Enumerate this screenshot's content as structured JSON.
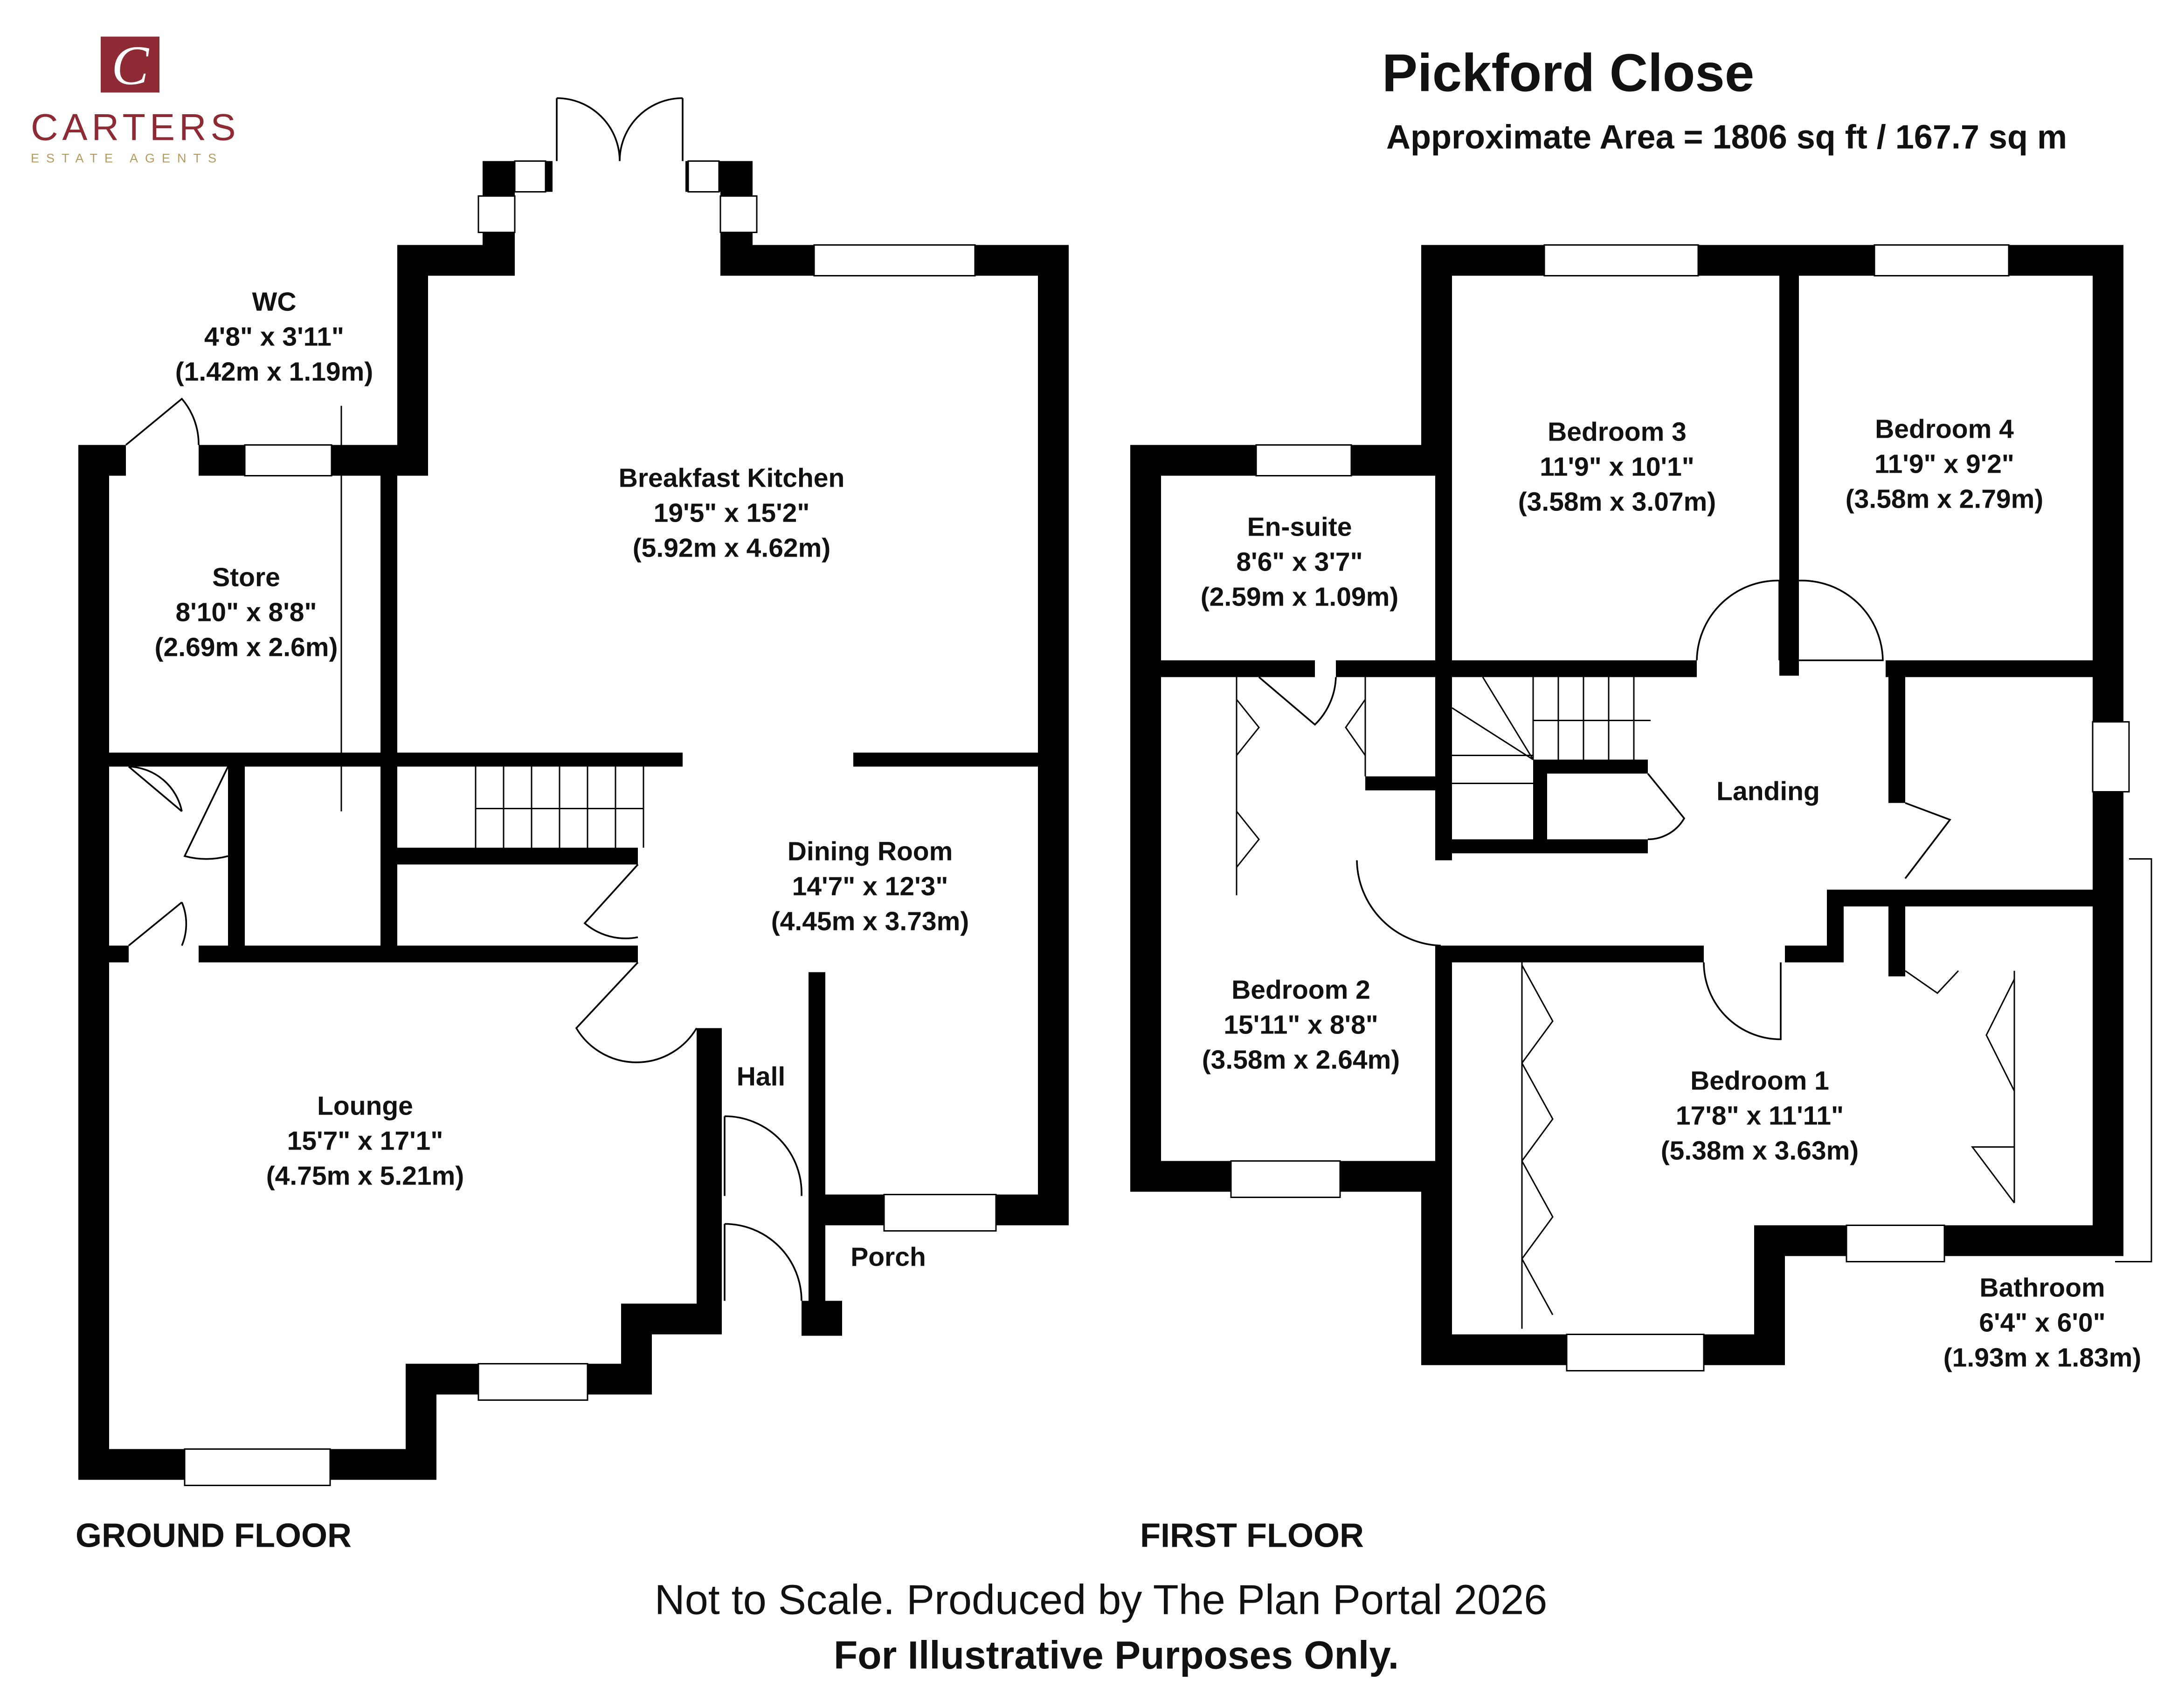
{
  "header": {
    "title": "Pickford Close",
    "area": "Approximate Area = 1806 sq ft / 167.7 sq m"
  },
  "logo": {
    "monogram": "C",
    "name": "CARTERS",
    "tagline": "ESTATE AGENTS",
    "colors": {
      "brand": "#8e2a33",
      "tagline": "#b89a5c"
    }
  },
  "ground_floor": {
    "label": "GROUND FLOOR",
    "rooms": [
      {
        "name": "WC",
        "imperial": "4'8\" x 3'11\"",
        "metric": "(1.42m x 1.19m)"
      },
      {
        "name": "Store",
        "imperial": "8'10\" x 8'8\"",
        "metric": "(2.69m x 2.6m)"
      },
      {
        "name": "Breakfast Kitchen",
        "imperial": "19'5\" x 15'2\"",
        "metric": "(5.92m x 4.62m)"
      },
      {
        "name": "Dining Room",
        "imperial": "14'7\" x 12'3\"",
        "metric": "(4.45m x 3.73m)"
      },
      {
        "name": "Lounge",
        "imperial": "15'7\" x 17'1\"",
        "metric": "(4.75m x 5.21m)"
      },
      {
        "name": "Hall"
      },
      {
        "name": "Porch"
      }
    ]
  },
  "first_floor": {
    "label": "FIRST FLOOR",
    "rooms": [
      {
        "name": "En-suite",
        "imperial": "8'6\" x 3'7\"",
        "metric": "(2.59m x 1.09m)"
      },
      {
        "name": "Bedroom 3",
        "imperial": "11'9\" x 10'1\"",
        "metric": "(3.58m x 3.07m)"
      },
      {
        "name": "Bedroom 4",
        "imperial": "11'9\" x 9'2\"",
        "metric": "(3.58m x 2.79m)"
      },
      {
        "name": "Landing"
      },
      {
        "name": "Bedroom 2",
        "imperial": "15'11\" x 8'8\"",
        "metric": "(3.58m x 2.64m)"
      },
      {
        "name": "Bedroom 1",
        "imperial": "17'8\" x 11'11\"",
        "metric": "(5.38m x 3.63m)"
      },
      {
        "name": "Bathroom",
        "imperial": "6'4\" x 6'0\"",
        "metric": "(1.93m x 1.83m)"
      }
    ]
  },
  "footer": {
    "line1": "Not to Scale. Produced by The Plan Portal 2026",
    "line2": "For Illustrative Purposes Only."
  }
}
